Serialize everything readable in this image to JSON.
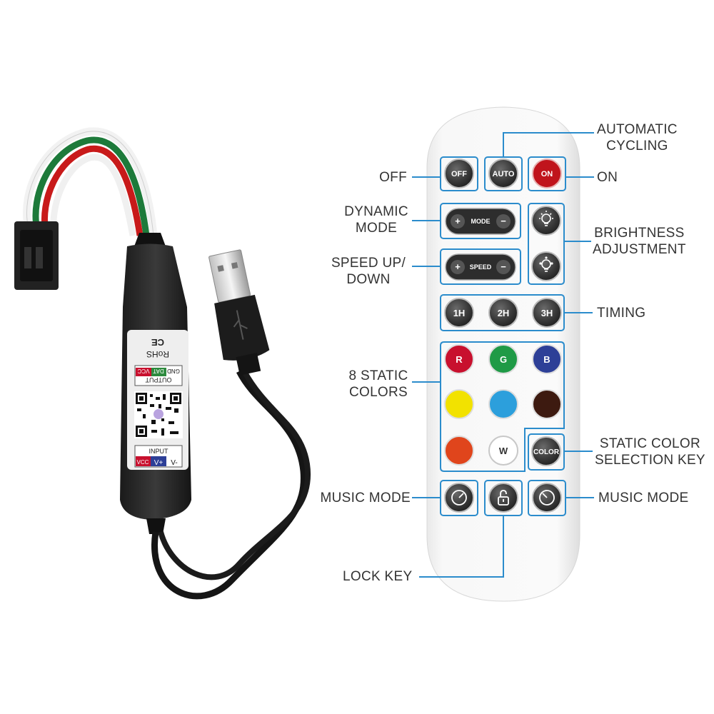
{
  "controller": {
    "ce_mark": "CE",
    "rohs": "RoHS",
    "output_title": "OUTPUT",
    "output_pins": [
      "GND",
      "DAT",
      "VCC"
    ],
    "input_title": "INPUT",
    "input_pins": [
      "VCC",
      "V+",
      "V-"
    ]
  },
  "remote": {
    "buttons": {
      "off": "OFF",
      "auto": "AUTO",
      "on": "ON",
      "mode": "MODE",
      "speed": "SPEED",
      "plus": "+",
      "minus": "−",
      "timer_1h": "1H",
      "timer_2h": "2H",
      "timer_3h": "3H",
      "red": "R",
      "green": "G",
      "blue": "B",
      "white": "W",
      "color": "COLOR"
    },
    "colors": {
      "red": "#c8102e",
      "green": "#1f9a46",
      "blue": "#2d3f97",
      "yellow": "#f2e200",
      "sky": "#2c9fdc",
      "brown": "#3d1a10",
      "orange": "#e0451c",
      "on_button": "#c0141c",
      "callout_line": "#2b8ccc"
    }
  },
  "labels": {
    "automatic_cycling": [
      "AUTOMATIC",
      "CYCLING"
    ],
    "off": "OFF",
    "on": "ON",
    "dynamic_mode": [
      "DYNAMIC",
      "MODE"
    ],
    "brightness": [
      "BRIGHTNESS",
      "ADJUSTMENT"
    ],
    "speed": [
      "SPEED UP/",
      "DOWN"
    ],
    "timing": "TIMING",
    "static_colors": [
      "8 STATIC",
      "COLORS"
    ],
    "static_color_key": [
      "STATIC COLOR",
      "SELECTION KEY"
    ],
    "music_mode_left": "MUSIC MODE",
    "music_mode_right": "MUSIC MODE",
    "lock_key": "LOCK KEY"
  }
}
